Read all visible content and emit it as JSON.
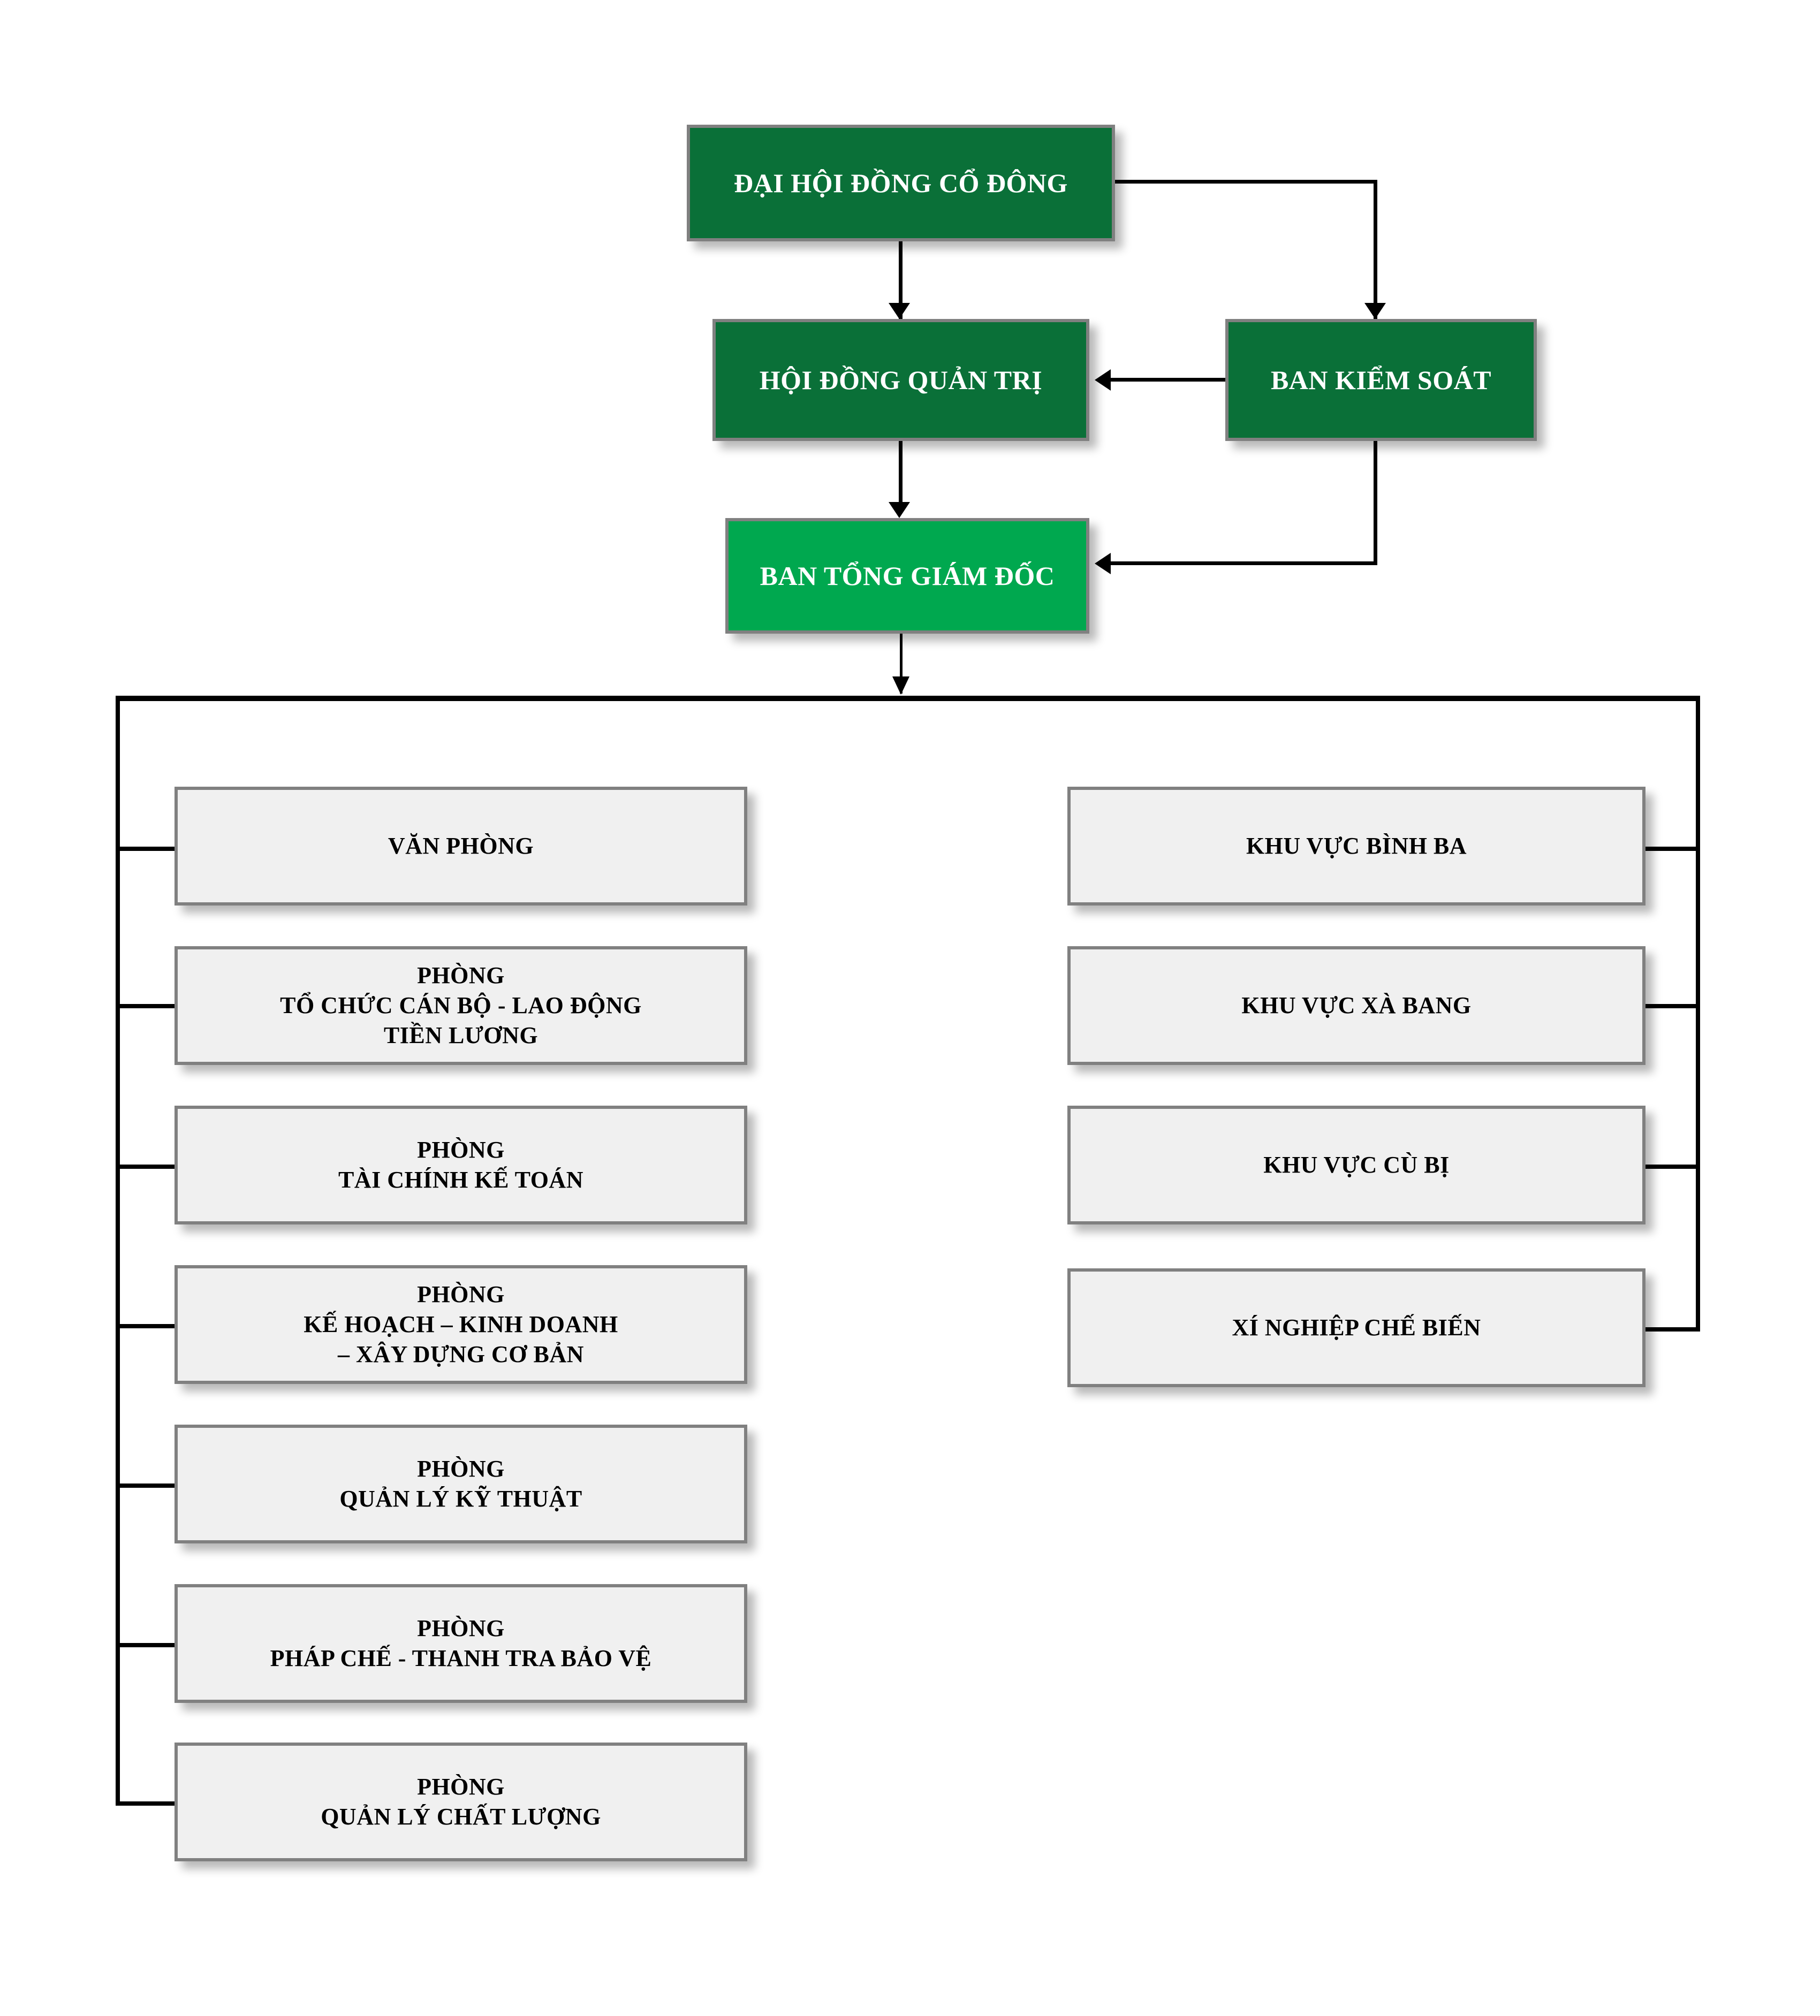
{
  "diagram": {
    "title_text": "",
    "colors": {
      "green_dark": "#0a7038",
      "green_bright": "#00a84f",
      "box_gray_fill": "#f0f0f0",
      "box_border_gray": "#808080",
      "connector_black": "#000000",
      "page_background": "#ffffff"
    },
    "top_nodes": {
      "shareholders_meeting": {
        "label": "ĐẠI HỘI ĐỒNG CỔ ĐÔNG"
      },
      "board_of_directors": {
        "label": "HỘI ĐỒNG QUẢN TRỊ"
      },
      "supervisory_board": {
        "label": "BAN KIỂM SOÁT"
      },
      "general_director_board": {
        "label": "BAN TỔNG GIÁM ĐỐC"
      }
    },
    "left_column": [
      {
        "lines": [
          "VĂN PHÒNG"
        ]
      },
      {
        "lines": [
          "PHÒNG",
          "TỔ CHỨC CÁN BỘ -  LAO ĐỘNG",
          "TIỀN LƯƠNG"
        ]
      },
      {
        "lines": [
          "PHÒNG",
          "TÀI CHÍNH KẾ TOÁN"
        ]
      },
      {
        "lines": [
          "PHÒNG",
          "KẾ HOẠCH – KINH DOANH",
          "– XÂY DỰNG CƠ BẢN"
        ]
      },
      {
        "lines": [
          "PHÒNG",
          "QUẢN LÝ KỸ THUẬT"
        ]
      },
      {
        "lines": [
          "PHÒNG",
          "PHÁP CHẾ - THANH TRA BẢO VỆ"
        ]
      },
      {
        "lines": [
          "PHÒNG",
          "QUẢN LÝ CHẤT LƯỢNG"
        ]
      }
    ],
    "right_column": [
      {
        "lines": [
          "KHU VỰC BÌNH BA"
        ]
      },
      {
        "lines": [
          "KHU VỰC XÀ BANG"
        ]
      },
      {
        "lines": [
          "KHU VỰC CÙ BỊ"
        ]
      },
      {
        "lines": [
          "XÍ NGHIỆP CHẾ BIẾN"
        ]
      }
    ]
  }
}
